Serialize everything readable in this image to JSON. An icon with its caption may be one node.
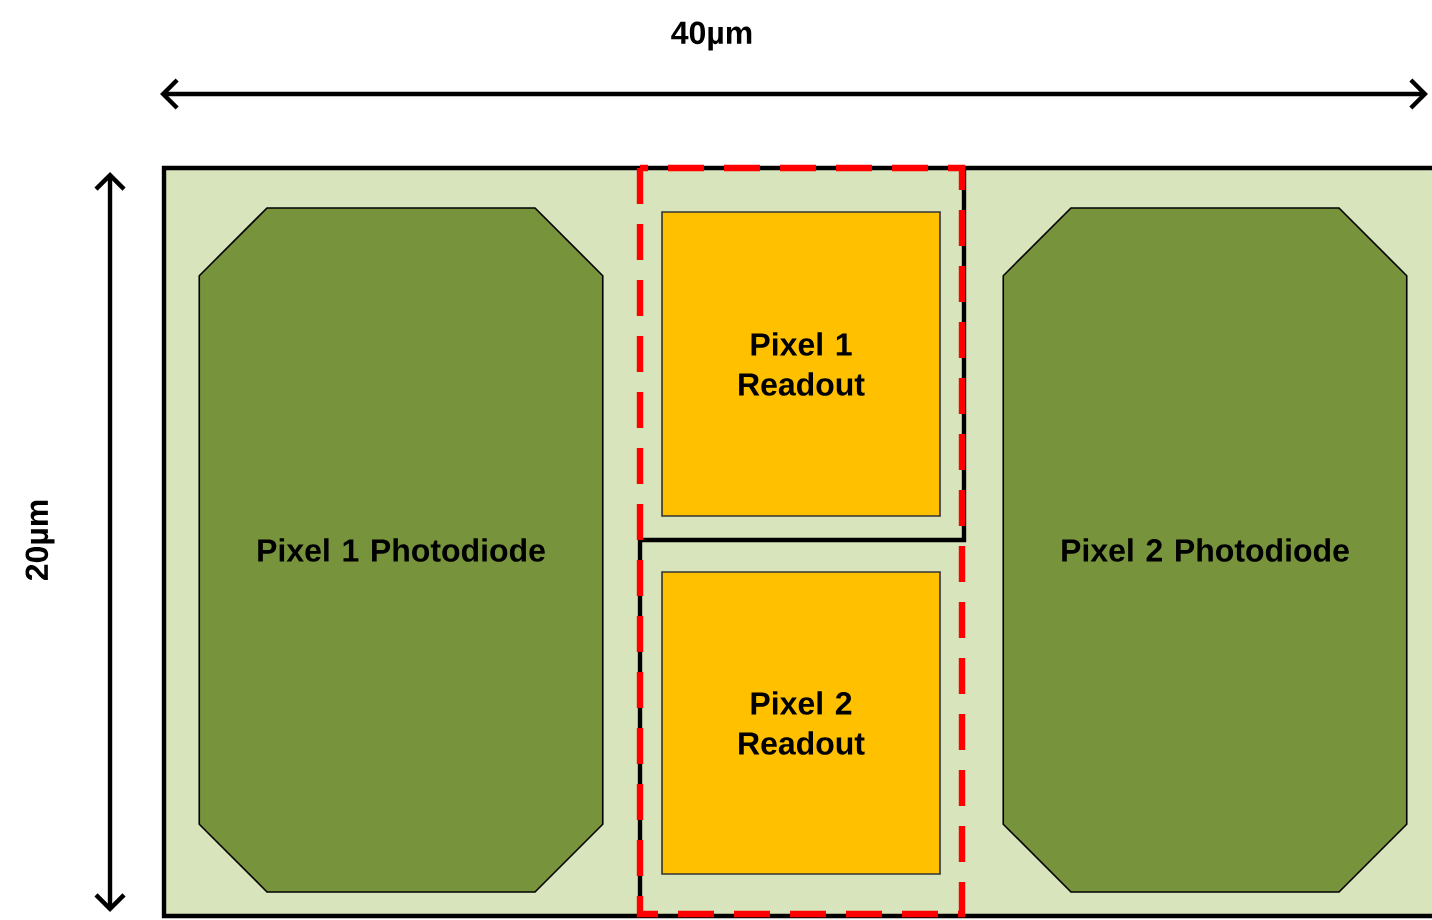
{
  "diagram": {
    "nodes": [
      {
        "text": [
          "Pixel 1 Photodiode"
        ]
      },
      {
        "text": [
          "Pixel 1 Readout"
        ]
      },
      {
        "text": [
          "Pixel 2 Readout"
        ]
      },
      {
        "text": [
          "Pixel 2 Photodiode"
        ]
      }
    ],
    "labels": [
      "40µm",
      "20µm"
    ]
  }
}
